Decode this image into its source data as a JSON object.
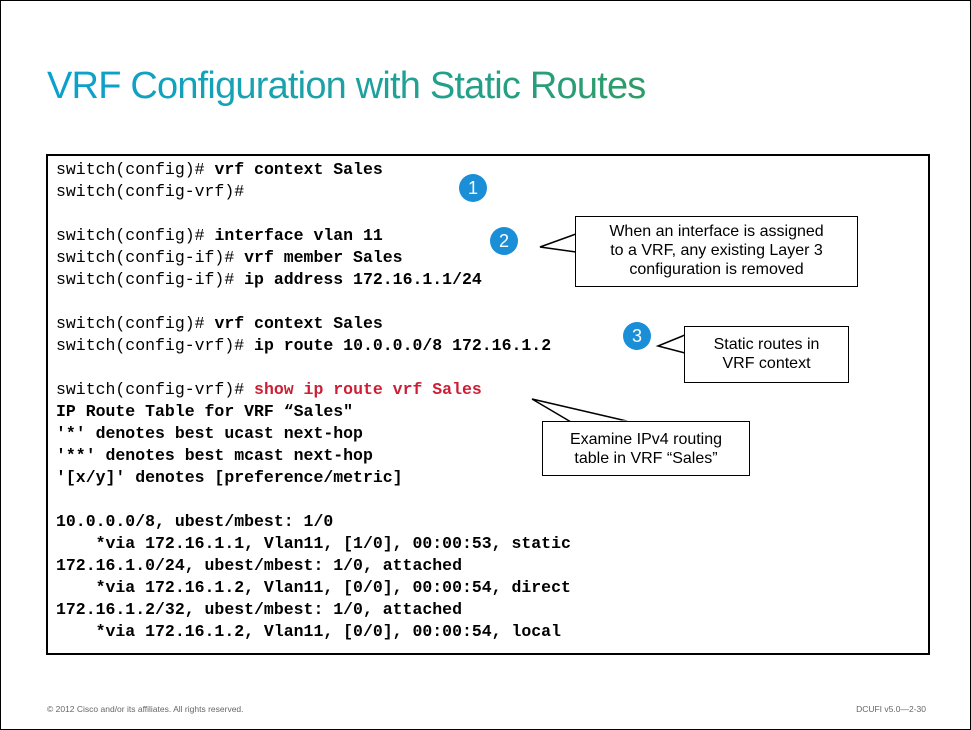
{
  "slide": {
    "title": "VRF Configuration with Static Routes",
    "cli": [
      {
        "prompt": "switch(config)# ",
        "command": "vrf context Sales"
      },
      {
        "prompt": "switch(config-vrf)#",
        "command": ""
      },
      {
        "prompt": "switch(config)# ",
        "command": "interface vlan 11"
      },
      {
        "prompt": "switch(config-if)# ",
        "command": "vrf member Sales"
      },
      {
        "prompt": "switch(config-if)# ",
        "command": "ip address 172.16.1.1/24"
      },
      {
        "prompt": "switch(config)# ",
        "command": "vrf context Sales"
      },
      {
        "prompt": "switch(config-vrf)# ",
        "command": "ip route 10.0.0.0/8 172.16.1.2"
      },
      {
        "prompt": "switch(config-vrf)# ",
        "command": "show ip route vrf Sales"
      }
    ],
    "output": [
      "IP Route Table for VRF “Sales\"",
      "'*' denotes best ucast next-hop",
      "'**' denotes best mcast next-hop",
      "'[x/y]' denotes [preference/metric]",
      "",
      "10.0.0.0/8, ubest/mbest: 1/0",
      "    *via 172.16.1.1, Vlan11, [1/0], 00:00:53, static",
      "172.16.1.0/24, ubest/mbest: 1/0, attached",
      "    *via 172.16.1.2, Vlan11, [0/0], 00:00:54, direct",
      "172.16.1.2/32, ubest/mbest: 1/0, attached",
      "    *via 172.16.1.2, Vlan11, [0/0], 00:00:54, local"
    ],
    "badges": [
      "1",
      "2",
      "3"
    ],
    "callouts": [
      {
        "lines": [
          "When an interface is assigned",
          "to a VRF, any existing Layer 3",
          "configuration is removed"
        ]
      },
      {
        "lines": [
          "Static routes in",
          "VRF context"
        ]
      },
      {
        "lines": [
          "Examine IPv4 routing",
          "table in VRF “Sales”"
        ]
      }
    ],
    "footer_left": "© 2012 Cisco and/or its affiliates. All rights reserved.",
    "footer_right": "DCUFI v5.0—2-30",
    "colors": {
      "accent_blue": "#1a8fd8",
      "highlight_red": "#cc1f36",
      "title_start": "#0aa1cf",
      "title_end": "#2e9c66"
    }
  }
}
